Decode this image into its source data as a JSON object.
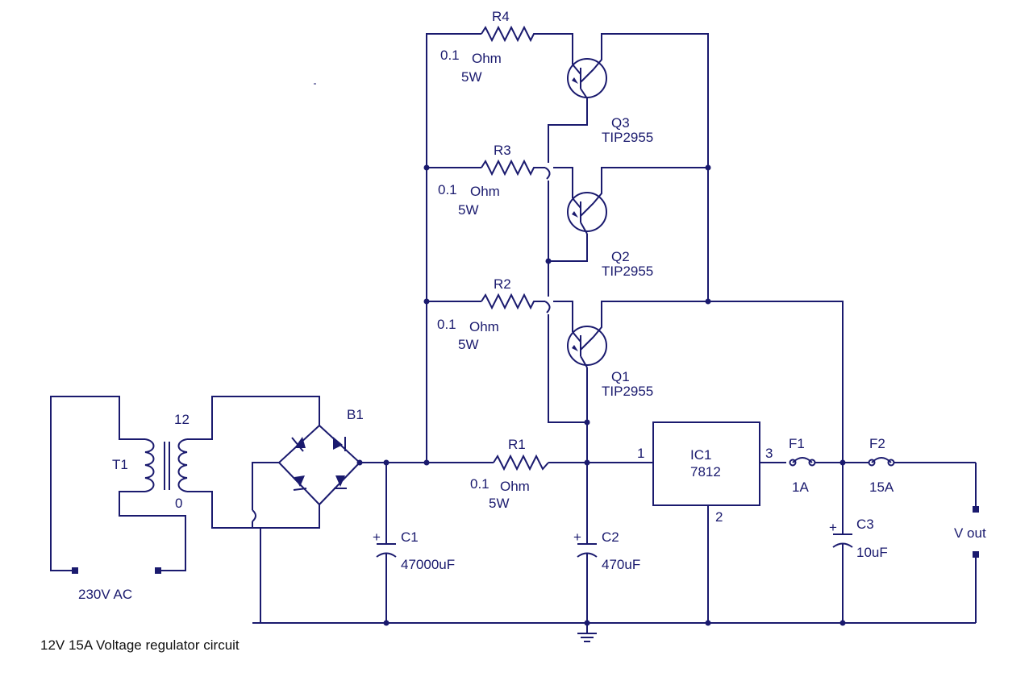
{
  "title": "12V 15A Voltage regulator circuit",
  "transformer": {
    "ref": "T1",
    "secondary_top": "12",
    "secondary_bottom": "0",
    "input": "230V AC"
  },
  "bridge": {
    "ref": "B1"
  },
  "resistors": [
    {
      "ref": "R1",
      "value": "0.1",
      "unit": "Ohm",
      "power": "5W"
    },
    {
      "ref": "R2",
      "value": "0.1",
      "unit": "Ohm",
      "power": "5W"
    },
    {
      "ref": "R3",
      "value": "0.1",
      "unit": "Ohm",
      "power": "5W"
    },
    {
      "ref": "R4",
      "value": "0.1",
      "unit": "Ohm",
      "power": "5W"
    }
  ],
  "transistors": [
    {
      "ref": "Q1",
      "part": "TIP2955"
    },
    {
      "ref": "Q2",
      "part": "TIP2955"
    },
    {
      "ref": "Q3",
      "part": "TIP2955"
    }
  ],
  "capacitors": [
    {
      "ref": "C1",
      "value": "47000uF"
    },
    {
      "ref": "C2",
      "value": "470uF"
    },
    {
      "ref": "C3",
      "value": "10uF"
    }
  ],
  "regulator": {
    "ref": "IC1",
    "part": "7812",
    "pin_in": "1",
    "pin_gnd": "2",
    "pin_out": "3"
  },
  "fuses": [
    {
      "ref": "F1",
      "rating": "1A"
    },
    {
      "ref": "F2",
      "rating": "15A"
    }
  ],
  "output": {
    "label": "V out"
  },
  "colors": {
    "wire": "#1a1a6e",
    "text": "#1a1a6e"
  }
}
